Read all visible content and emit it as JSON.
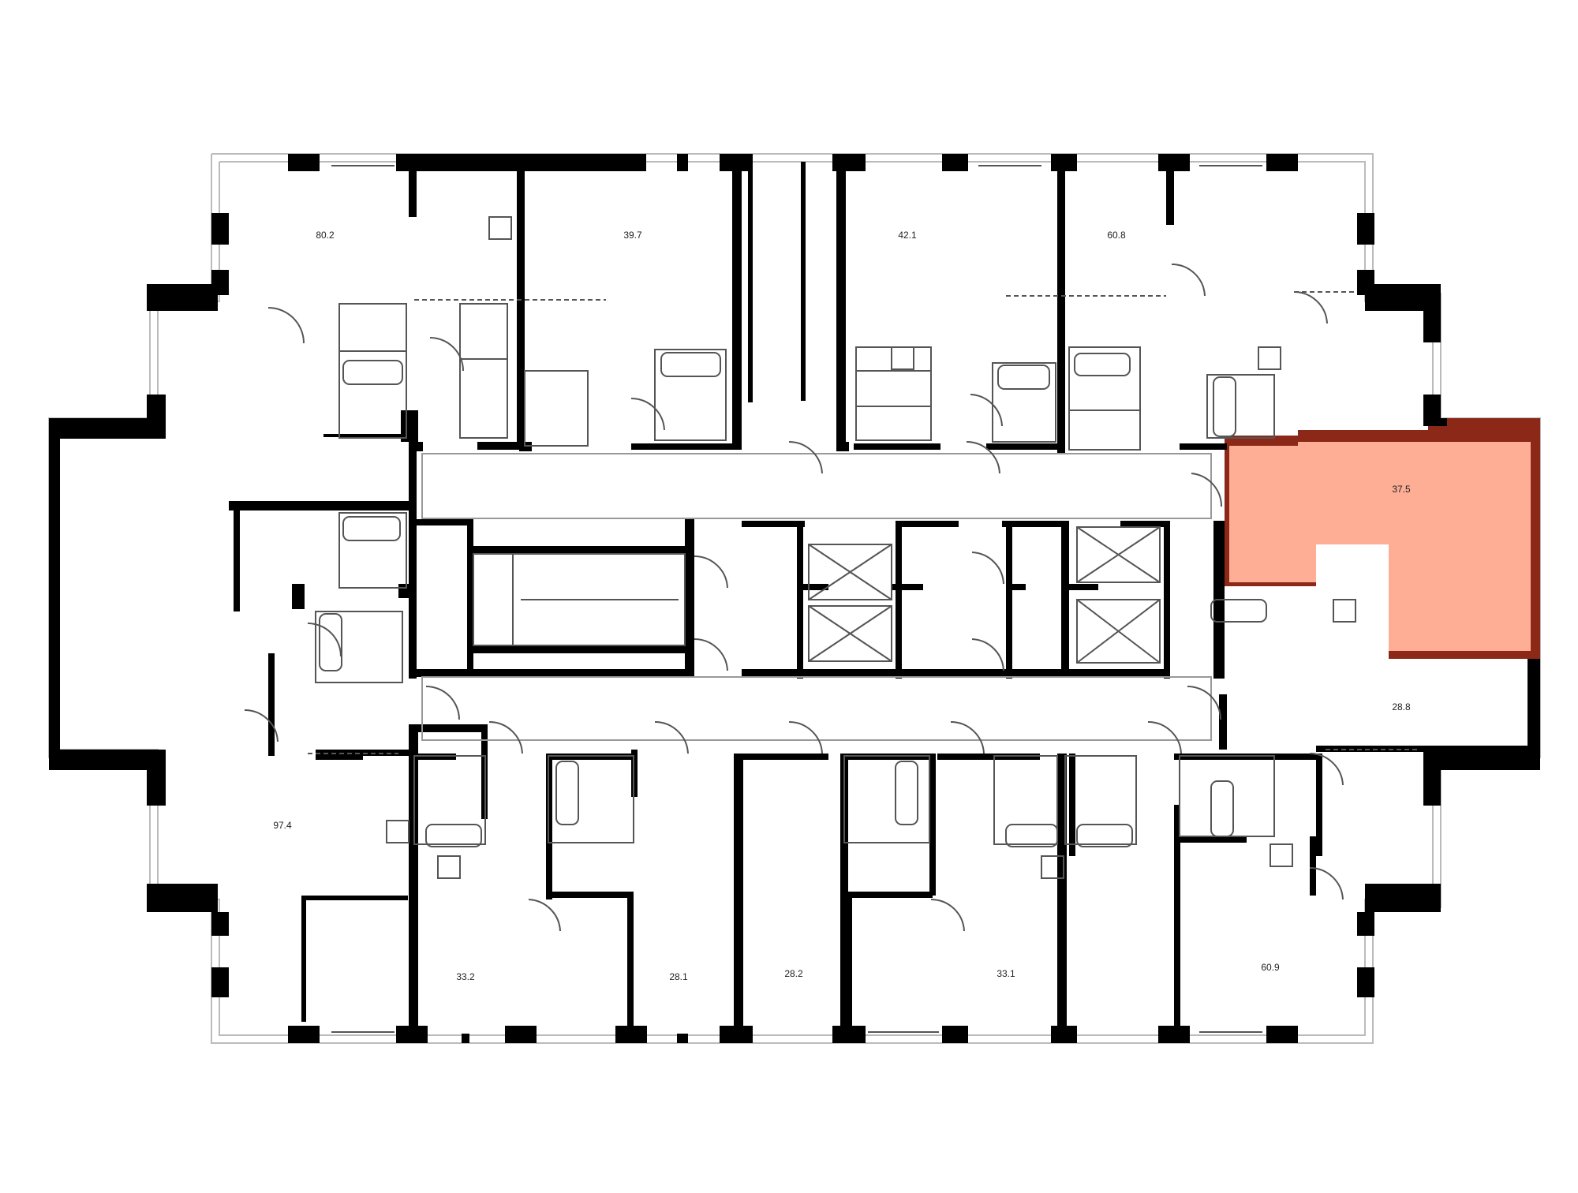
{
  "colors": {
    "wall": "#000000",
    "highlight_fill": "#fdae95",
    "highlight_wall": "#8b2818",
    "outline": "#bbbbbb",
    "fixture": "#555555"
  },
  "units": [
    {
      "id": "u80-2",
      "area": "80.2",
      "selected": false
    },
    {
      "id": "u39-7",
      "area": "39.7",
      "selected": false
    },
    {
      "id": "u42-1",
      "area": "42.1",
      "selected": false
    },
    {
      "id": "u60-8",
      "area": "60.8",
      "selected": false
    },
    {
      "id": "u37-5",
      "area": "37.5",
      "selected": true
    },
    {
      "id": "u28-8",
      "area": "28.8",
      "selected": false
    },
    {
      "id": "u97-4",
      "area": "97.4",
      "selected": false
    },
    {
      "id": "u33-2",
      "area": "33.2",
      "selected": false
    },
    {
      "id": "u28-1",
      "area": "28.1",
      "selected": false
    },
    {
      "id": "u28-2",
      "area": "28.2",
      "selected": false
    },
    {
      "id": "u33-1",
      "area": "33.1",
      "selected": false
    },
    {
      "id": "u60-9",
      "area": "60.9",
      "selected": false
    }
  ]
}
